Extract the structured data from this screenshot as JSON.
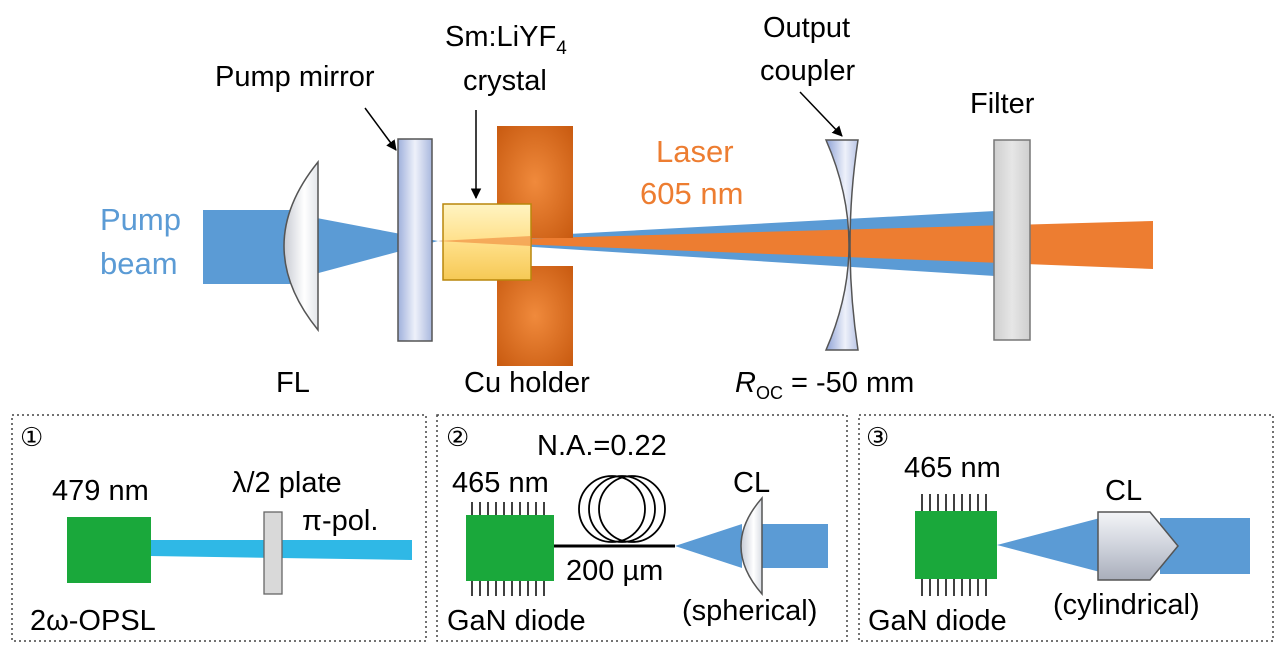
{
  "colors": {
    "pump_blue": "#5b9bd5",
    "cyan_beam": "#2fb8e6",
    "laser_orange": "#ed7d31",
    "copper": "#d2691e",
    "crystal_yellow": "#ffe08a",
    "lens_blue": "#a9b8de",
    "filter_gray": "#d9d9d9",
    "diode_green": "#1aa83b"
  },
  "main": {
    "pump_beam_line1": "Pump",
    "pump_beam_line2": "beam",
    "fl_label": "FL",
    "pump_mirror_label": "Pump mirror",
    "crystal_line1_main": "Sm:LiYF",
    "crystal_line1_sub": "4",
    "crystal_line2": "crystal",
    "cu_holder_label": "Cu holder",
    "laser_line1": "Laser",
    "laser_line2": "605 nm",
    "oc_line1": "Output",
    "oc_line2": "coupler",
    "roc_symbol": "R",
    "roc_sub": "OC",
    "roc_value": " = -50 mm",
    "filter_label": "Filter"
  },
  "panel1": {
    "number": "①",
    "wavelength": "479 nm",
    "plate_label": "λ/2 plate",
    "pol_label": "π-pol.",
    "source_label": "2ω-OPSL"
  },
  "panel2": {
    "number": "②",
    "wavelength": "465 nm",
    "na_label": "N.A.=0.22",
    "fiber_label": "200 µm",
    "lens_label": "CL",
    "lens_type": "(spherical)",
    "source_label": "GaN diode"
  },
  "panel3": {
    "number": "③",
    "wavelength": "465 nm",
    "lens_label": "CL",
    "lens_type": "(cylindrical)",
    "source_label": "GaN diode"
  }
}
